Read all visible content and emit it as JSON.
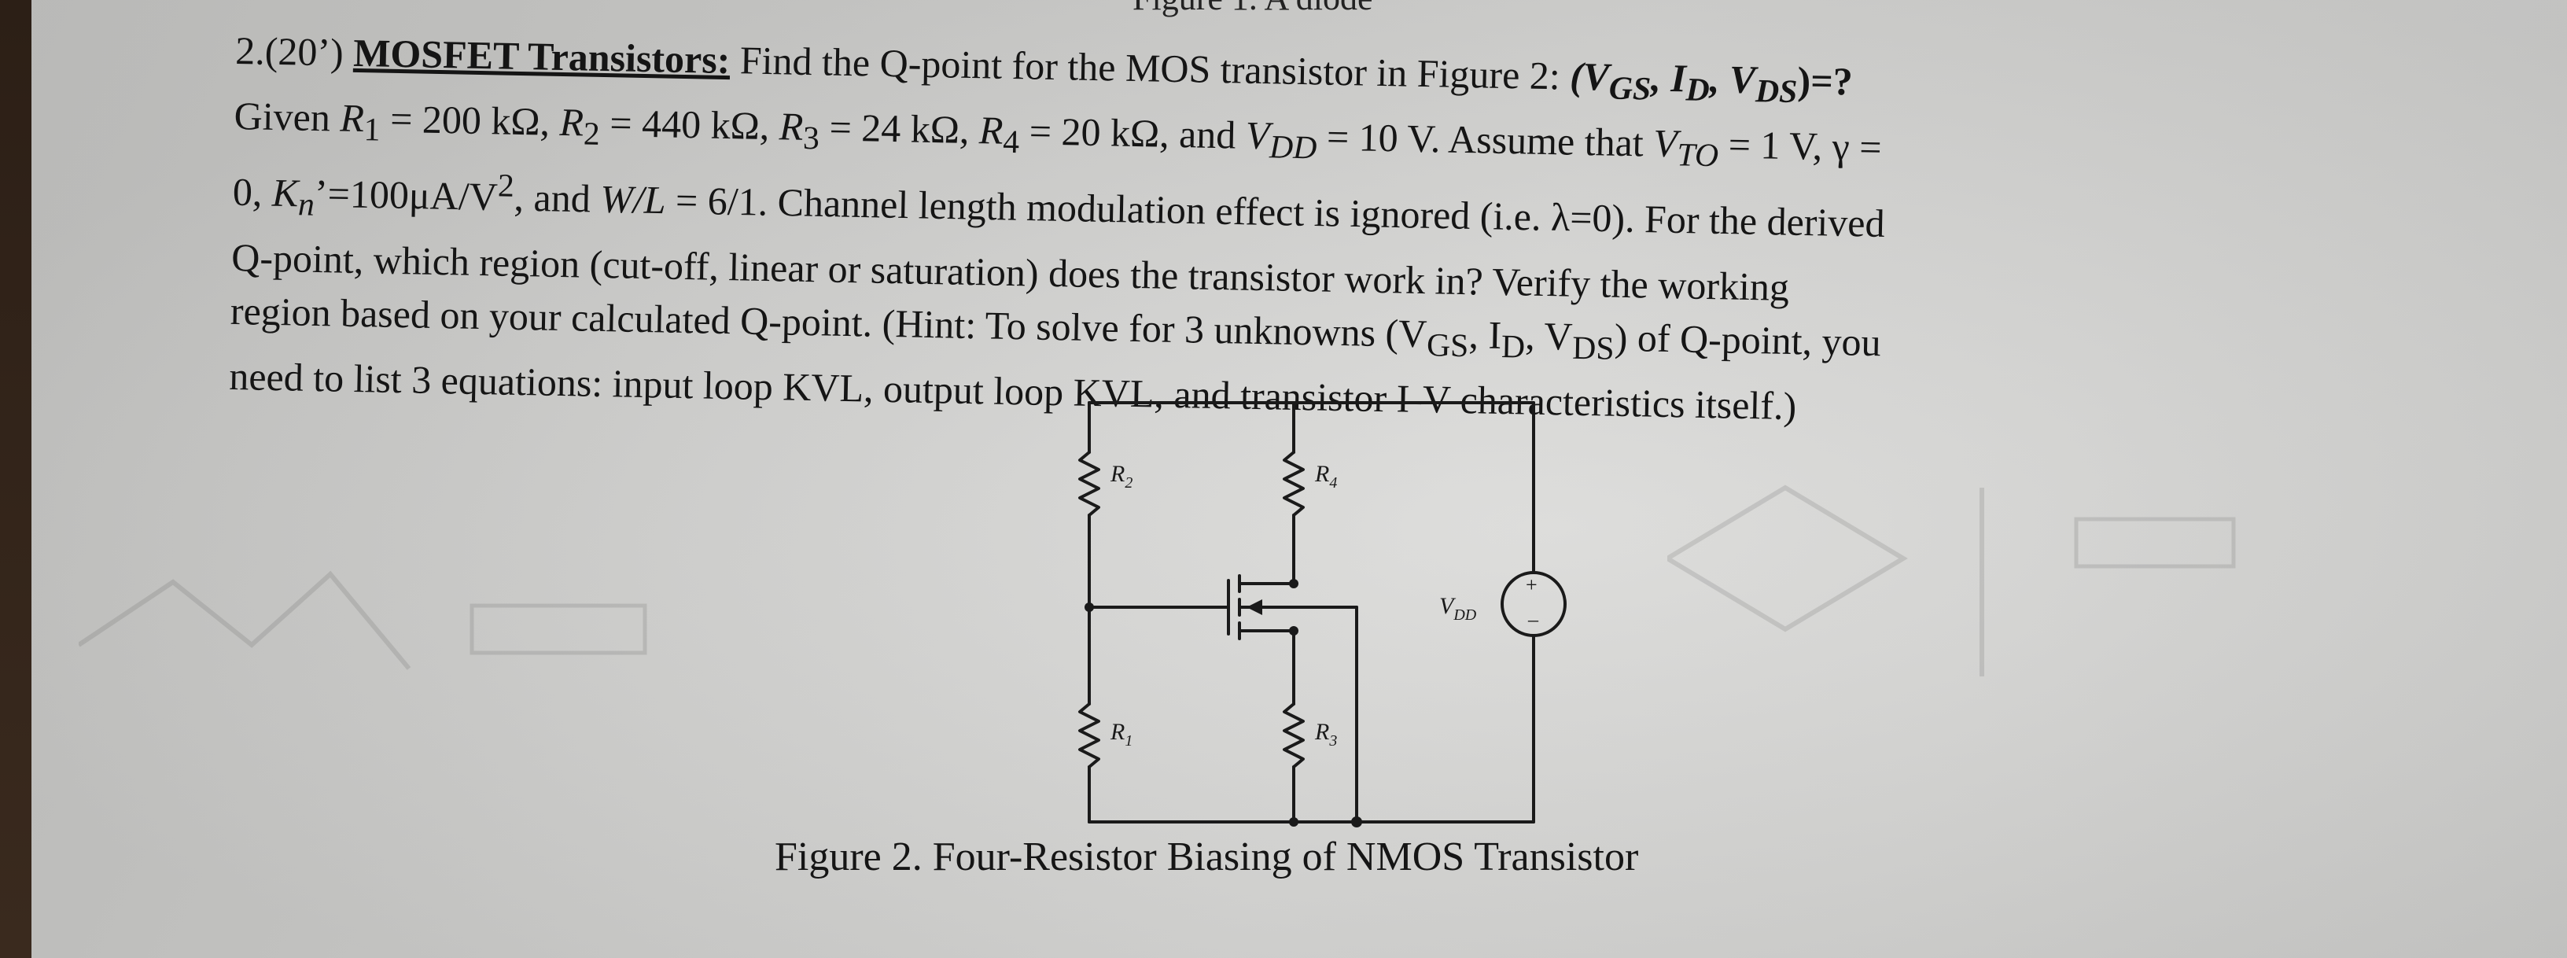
{
  "previous_caption": "Figure 1. A diode",
  "problem": {
    "number": "2.(20’)",
    "heading": "MOSFET Transistors:",
    "line1_rest": " Find the Q-point for the MOS transistor in Figure 2: ",
    "line1_q": "(V",
    "line1_q_gs": "GS",
    "line1_q_mid": ", I",
    "line1_q_d": "D",
    "line1_q_mid2": ", V",
    "line1_q_ds": "DS",
    "line1_q_end": ")=?",
    "line2": "Given R₁ = 200 kΩ, R₂ = 440 kΩ, R₃ = 24 kΩ, R₄ = 20 kΩ, and V_DD = 10 V. Assume that V_TO = 1 V, γ =",
    "line2_a": "Given ",
    "line2_r1": "R",
    "line2_b": " = 200 kΩ, ",
    "line2_c": " = 440 kΩ, ",
    "line2_d": " = 24 kΩ, ",
    "line2_e": " = 20 kΩ, and ",
    "line2_vdd": "V",
    "line2_f": " = 10 V. Assume that ",
    "line2_vto": "V",
    "line2_g": " = 1 V, γ =",
    "line3_a": "0, ",
    "line3_kn": "K",
    "line3_b": "’=100μA/V",
    "line3_c": ", and ",
    "line3_wl": "W/L",
    "line3_d": " = 6/1. Channel length modulation effect is ignored (i.e. λ=0). For the derived",
    "line4": "Q-point, which region (cut-off, linear or saturation) does the transistor work in? Verify the working",
    "line5": "region based on your calculated Q-point. (Hint: To solve for 3 unknowns (V",
    "line5_gs": "GS",
    "line5_b": ", I",
    "line5_d": "D",
    "line5_c": ", V",
    "line5_ds": "DS",
    "line5_e": ") of Q-point, you",
    "line6": "need to list 3 equations: input loop KVL, output loop KVL, and transistor I-V characteristics itself.)"
  },
  "figure": {
    "labels": {
      "r1": "R",
      "r1_sub": "1",
      "r2": "R",
      "r2_sub": "2",
      "r3": "R",
      "r3_sub": "3",
      "r4": "R",
      "r4_sub": "4",
      "vdd": "V",
      "vdd_sub": "DD",
      "plus": "+",
      "minus": "–"
    },
    "caption": "Figure 2. Four-Resistor Biasing of NMOS Transistor"
  }
}
